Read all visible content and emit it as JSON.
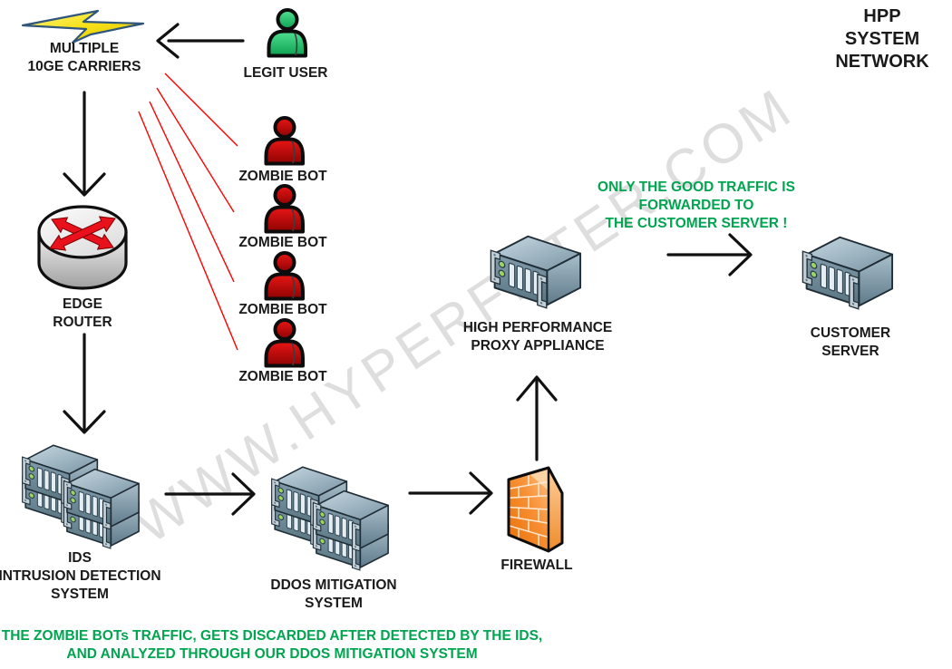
{
  "title": {
    "text": "HPP SYSTEM\nNETWORK"
  },
  "watermark": {
    "text": "WWW.HYPERFILTER.COM"
  },
  "nodes": {
    "carriers": {
      "label": "MULTIPLE\n10GE CARRIERS",
      "icon": "lightning-bolt-icon"
    },
    "legit_user": {
      "label": "LEGIT USER",
      "icon": "person-icon"
    },
    "zombie_bots": {
      "icon": "person-icon",
      "labels": [
        "ZOMBIE BOT",
        "ZOMBIE BOT",
        "ZOMBIE BOT",
        "ZOMBIE BOT"
      ]
    },
    "edge_router": {
      "label": "EDGE\nROUTER",
      "icon": "router-icon"
    },
    "ids": {
      "label": "IDS\nINTRUSION DETECTION\nSYSTEM",
      "icon": "server-cluster-icon"
    },
    "ddos": {
      "label": "DDOS MITIGATION\nSYSTEM",
      "icon": "server-cluster-icon"
    },
    "firewall": {
      "label": "FIREWALL",
      "icon": "firewall-icon"
    },
    "proxy": {
      "label": "HIGH PERFORMANCE\nPROXY APPLIANCE",
      "icon": "server-icon"
    },
    "customer": {
      "label": "CUSTOMER\nSERVER",
      "icon": "server-icon"
    }
  },
  "notes": {
    "good_traffic": "ONLY THE GOOD TRAFFIC IS FORWARDED TO\nTHE CUSTOMER SERVER !",
    "zombie_traffic": "THE ZOMBIE BOTs TRAFFIC, GETS DISCARDED AFTER DETECTED BY THE IDS,\nAND ANALYZED THROUGH OUR DDOS MITIGATION SYSTEM"
  },
  "colors": {
    "background": "#ffffff",
    "text_black": "#1a1a1a",
    "note_green": "#00a550",
    "line_red": "#ff0000",
    "arrow_black": "#111111",
    "bot_red": "#d40a0a",
    "user_green": "#17b45f",
    "firewall_orange": "#f58220",
    "server_blue_gray": "#7c96a6",
    "lightning_yellow": "#f7e017",
    "watermark_gray": "#d7d7d7"
  }
}
